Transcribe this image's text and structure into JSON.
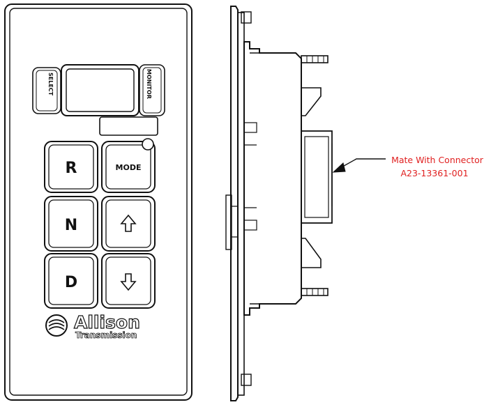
{
  "front_panel": {
    "left_label": "SELECT",
    "right_label": "MONITOR",
    "keys": [
      {
        "label": "R"
      },
      {
        "label": "MODE"
      },
      {
        "label": "N"
      },
      {
        "label": "up-arrow-icon"
      },
      {
        "label": "D"
      },
      {
        "label": "down-arrow-icon"
      }
    ],
    "logo": {
      "brand": "Allison",
      "sub": "Transmission",
      "icon": "allison-logo-icon"
    }
  },
  "callout": {
    "line1": "Mate With Connector",
    "line2": "A23-13361-001",
    "color": "#e02020"
  }
}
